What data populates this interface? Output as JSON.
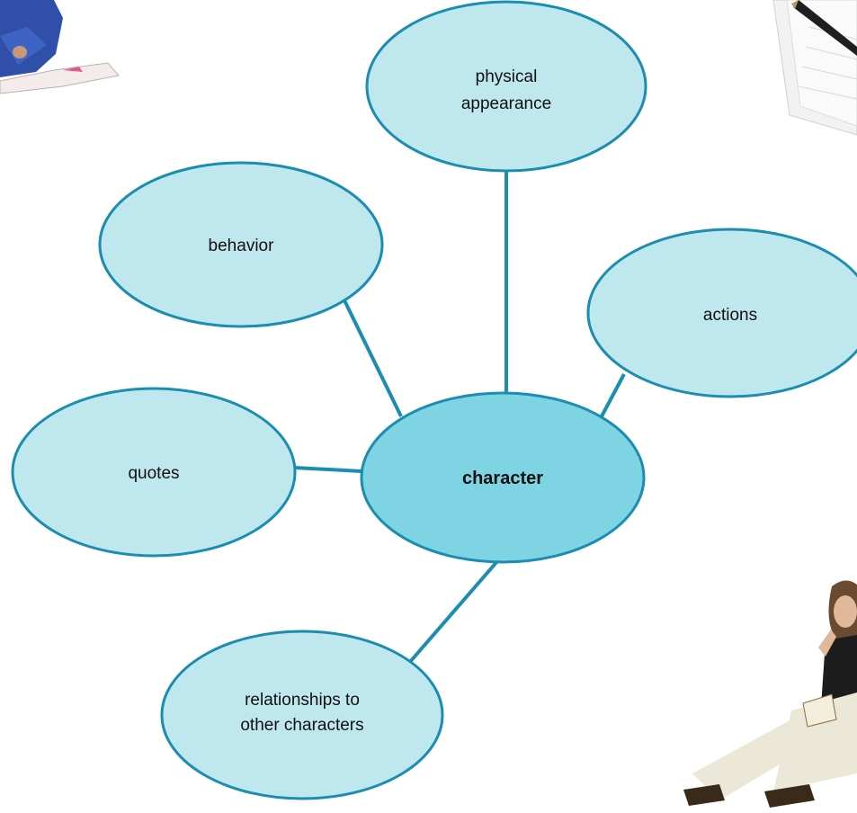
{
  "diagram": {
    "center": {
      "label": "character",
      "fill": "#7fd4e3",
      "stroke": "#1a8db0"
    },
    "nodes": [
      {
        "id": "physical-appearance",
        "lines": [
          "physical",
          "appearance"
        ]
      },
      {
        "id": "behavior",
        "lines": [
          "behavior"
        ]
      },
      {
        "id": "actions",
        "lines": [
          "actions"
        ]
      },
      {
        "id": "quotes",
        "lines": [
          "quotes"
        ]
      },
      {
        "id": "relationships",
        "lines": [
          "relationships to",
          "other characters"
        ]
      }
    ],
    "node_fill": "#bfe8ee",
    "node_stroke": "#1a8db0",
    "connector_color": "#1a8db0"
  },
  "decorations": [
    {
      "name": "student-reading-photo",
      "icon": "person-with-book"
    },
    {
      "name": "paper-and-pen-photo",
      "icon": "pen-on-paper"
    },
    {
      "name": "woman-thinking-photo",
      "icon": "thinking-person"
    }
  ]
}
